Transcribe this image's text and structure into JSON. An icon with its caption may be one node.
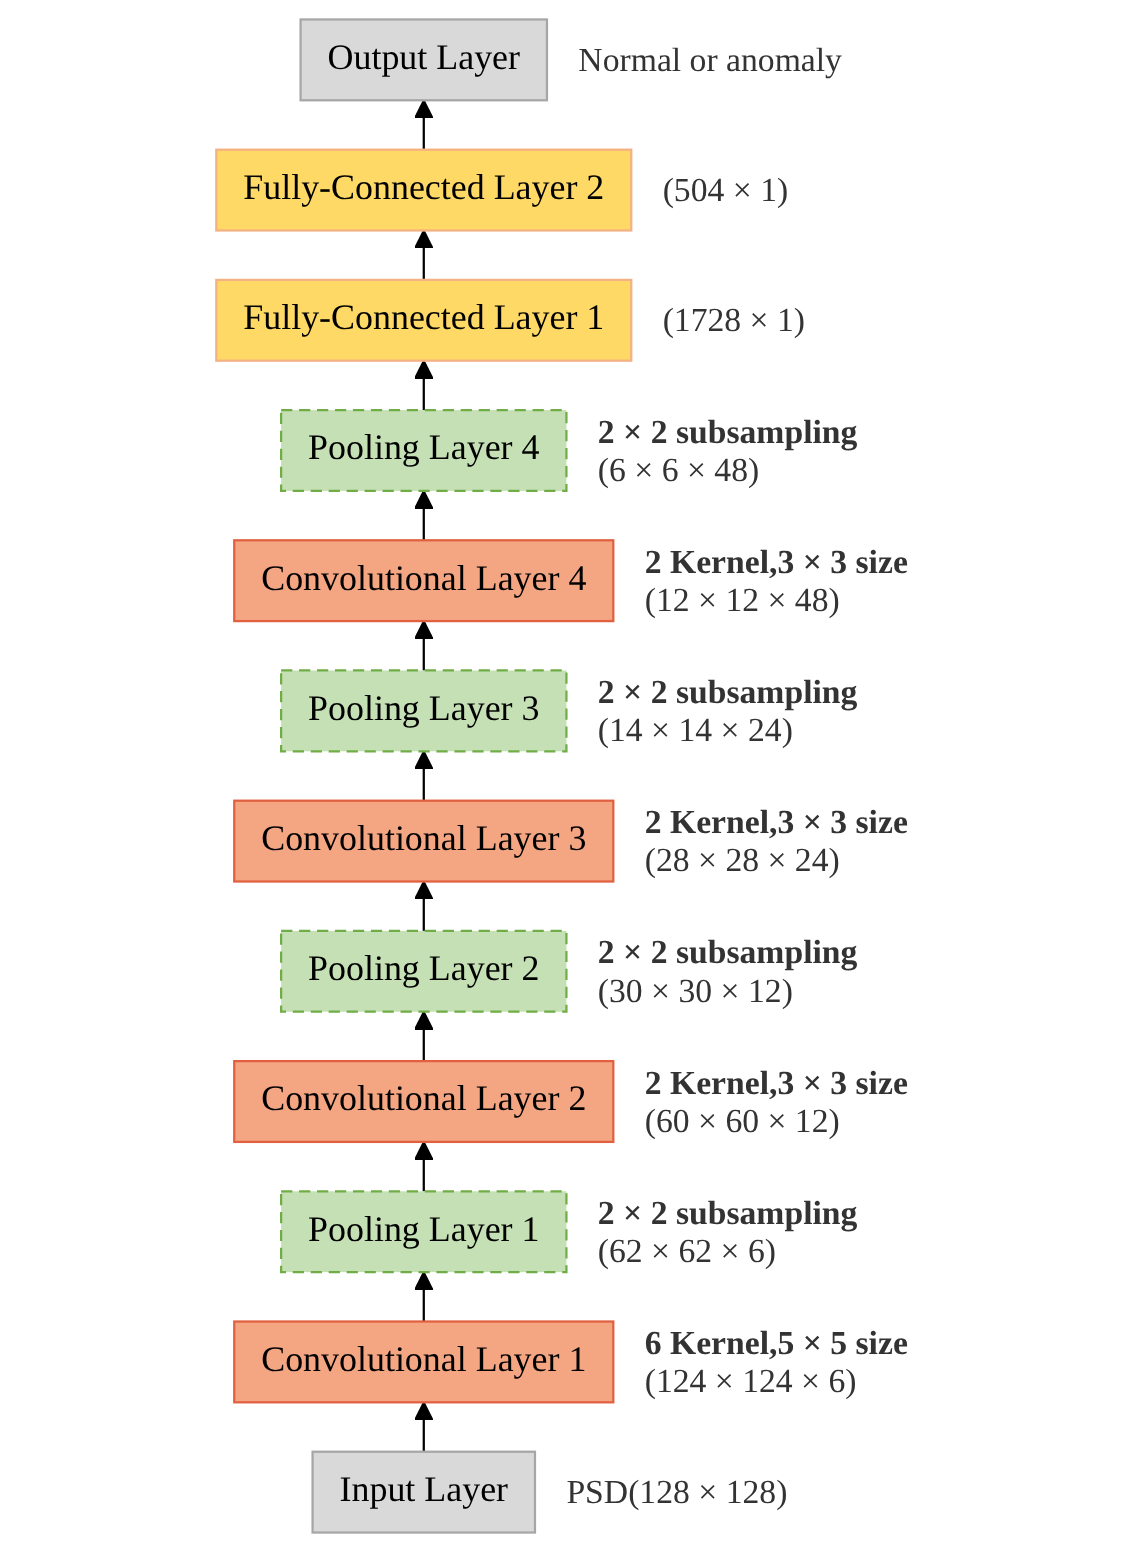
{
  "diagram": {
    "nodes": [
      {
        "text": [
          "Output Layer"
        ],
        "beside": [
          "Normal or anomaly"
        ]
      },
      {
        "text": [
          "Fully-Connected Layer 2"
        ],
        "beside": [
          "(504 × 1)"
        ]
      },
      {
        "text": [
          "Fully-Connected Layer 1"
        ],
        "beside": [
          "(1728 × 1)"
        ]
      },
      {
        "text": [
          "Pooling Layer 4"
        ],
        "beside": [
          "2 × 2 subsampling",
          "(6 × 6 × 48)"
        ]
      },
      {
        "text": [
          "Convolutional Layer 4"
        ],
        "beside": [
          "2 Kernel,3 × 3 size",
          "(12 × 12 × 48)"
        ]
      },
      {
        "text": [
          "Pooling Layer 3"
        ],
        "beside": [
          "2 × 2 subsampling",
          "(14 × 14 × 24)"
        ]
      },
      {
        "text": [
          "Convolutional Layer 3"
        ],
        "beside": [
          "2 Kernel,3 × 3 size",
          "(28 × 28 × 24)"
        ]
      },
      {
        "text": [
          "Pooling Layer 2"
        ],
        "beside": [
          "2 × 2 subsampling",
          "(30 × 30 × 12)"
        ]
      },
      {
        "text": [
          "Convolutional Layer 2"
        ],
        "beside": [
          "2 Kernel,3 × 3 size",
          "(60 × 60 × 12)"
        ]
      },
      {
        "text": [
          "Pooling Layer 1"
        ],
        "beside": [
          "2 × 2 subsampling",
          "(62 × 62 × 6)"
        ]
      },
      {
        "text": [
          "Convolutional Layer 1"
        ],
        "beside": [
          "6 Kernel,5 × 5 size",
          "(124 × 124 × 6)"
        ]
      },
      {
        "text": [
          "Input Layer"
        ],
        "beside": [
          "PSD(128 × 128)"
        ]
      }
    ],
    "edges": [
      {
        "from": 11,
        "to": 10,
        "arrow": "to"
      },
      {
        "from": 10,
        "to": 9,
        "arrow": "to"
      },
      {
        "from": 9,
        "to": 8,
        "arrow": "to"
      },
      {
        "from": 8,
        "to": 7,
        "arrow": "to"
      },
      {
        "from": 7,
        "to": 6,
        "arrow": "to"
      },
      {
        "from": 6,
        "to": 5,
        "arrow": "to"
      },
      {
        "from": 5,
        "to": 4,
        "arrow": "to"
      },
      {
        "from": 4,
        "to": 3,
        "arrow": "to"
      },
      {
        "from": 3,
        "to": 2,
        "arrow": "to"
      },
      {
        "from": 2,
        "to": 1,
        "arrow": "to"
      },
      {
        "from": 1,
        "to": 0,
        "arrow": "to"
      }
    ]
  }
}
